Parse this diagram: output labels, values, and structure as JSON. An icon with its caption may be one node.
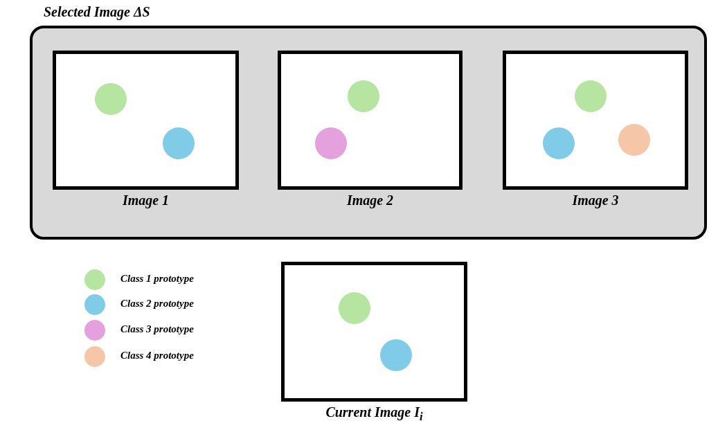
{
  "diagram": {
    "nodes": [
      {
        "text": [
          "Selected Image ΔS"
        ]
      },
      {
        "text": [
          "Image 1"
        ],
        "in": 0
      },
      {
        "text": [],
        "shape": "circle",
        "in": 1
      },
      {
        "text": [],
        "shape": "circle",
        "in": 1
      },
      {
        "text": [
          "Image 2"
        ],
        "in": 0
      },
      {
        "text": [],
        "shape": "circle",
        "in": 4
      },
      {
        "text": [],
        "shape": "circle",
        "in": 4
      },
      {
        "text": [
          "Image 3"
        ],
        "in": 0
      },
      {
        "text": [],
        "shape": "circle",
        "in": 7
      },
      {
        "text": [],
        "shape": "circle",
        "in": 7
      },
      {
        "text": [],
        "shape": "circle",
        "in": 7
      },
      {
        "text": [
          "Current Image I$_{i}$"
        ]
      },
      {
        "text": [],
        "shape": "circle",
        "in": 11
      },
      {
        "text": [],
        "shape": "circle",
        "in": 11
      }
    ],
    "legend": [
      {
        "text": "Class 1 prototype",
        "color": "#b5e5a0"
      },
      {
        "text": "Class 2 prototype",
        "color": "#80cbe8"
      },
      {
        "text": "Class 3 prototype",
        "color": "#e5a0de"
      },
      {
        "text": "Class 4 prototype",
        "color": "#f5c6a8"
      }
    ]
  }
}
